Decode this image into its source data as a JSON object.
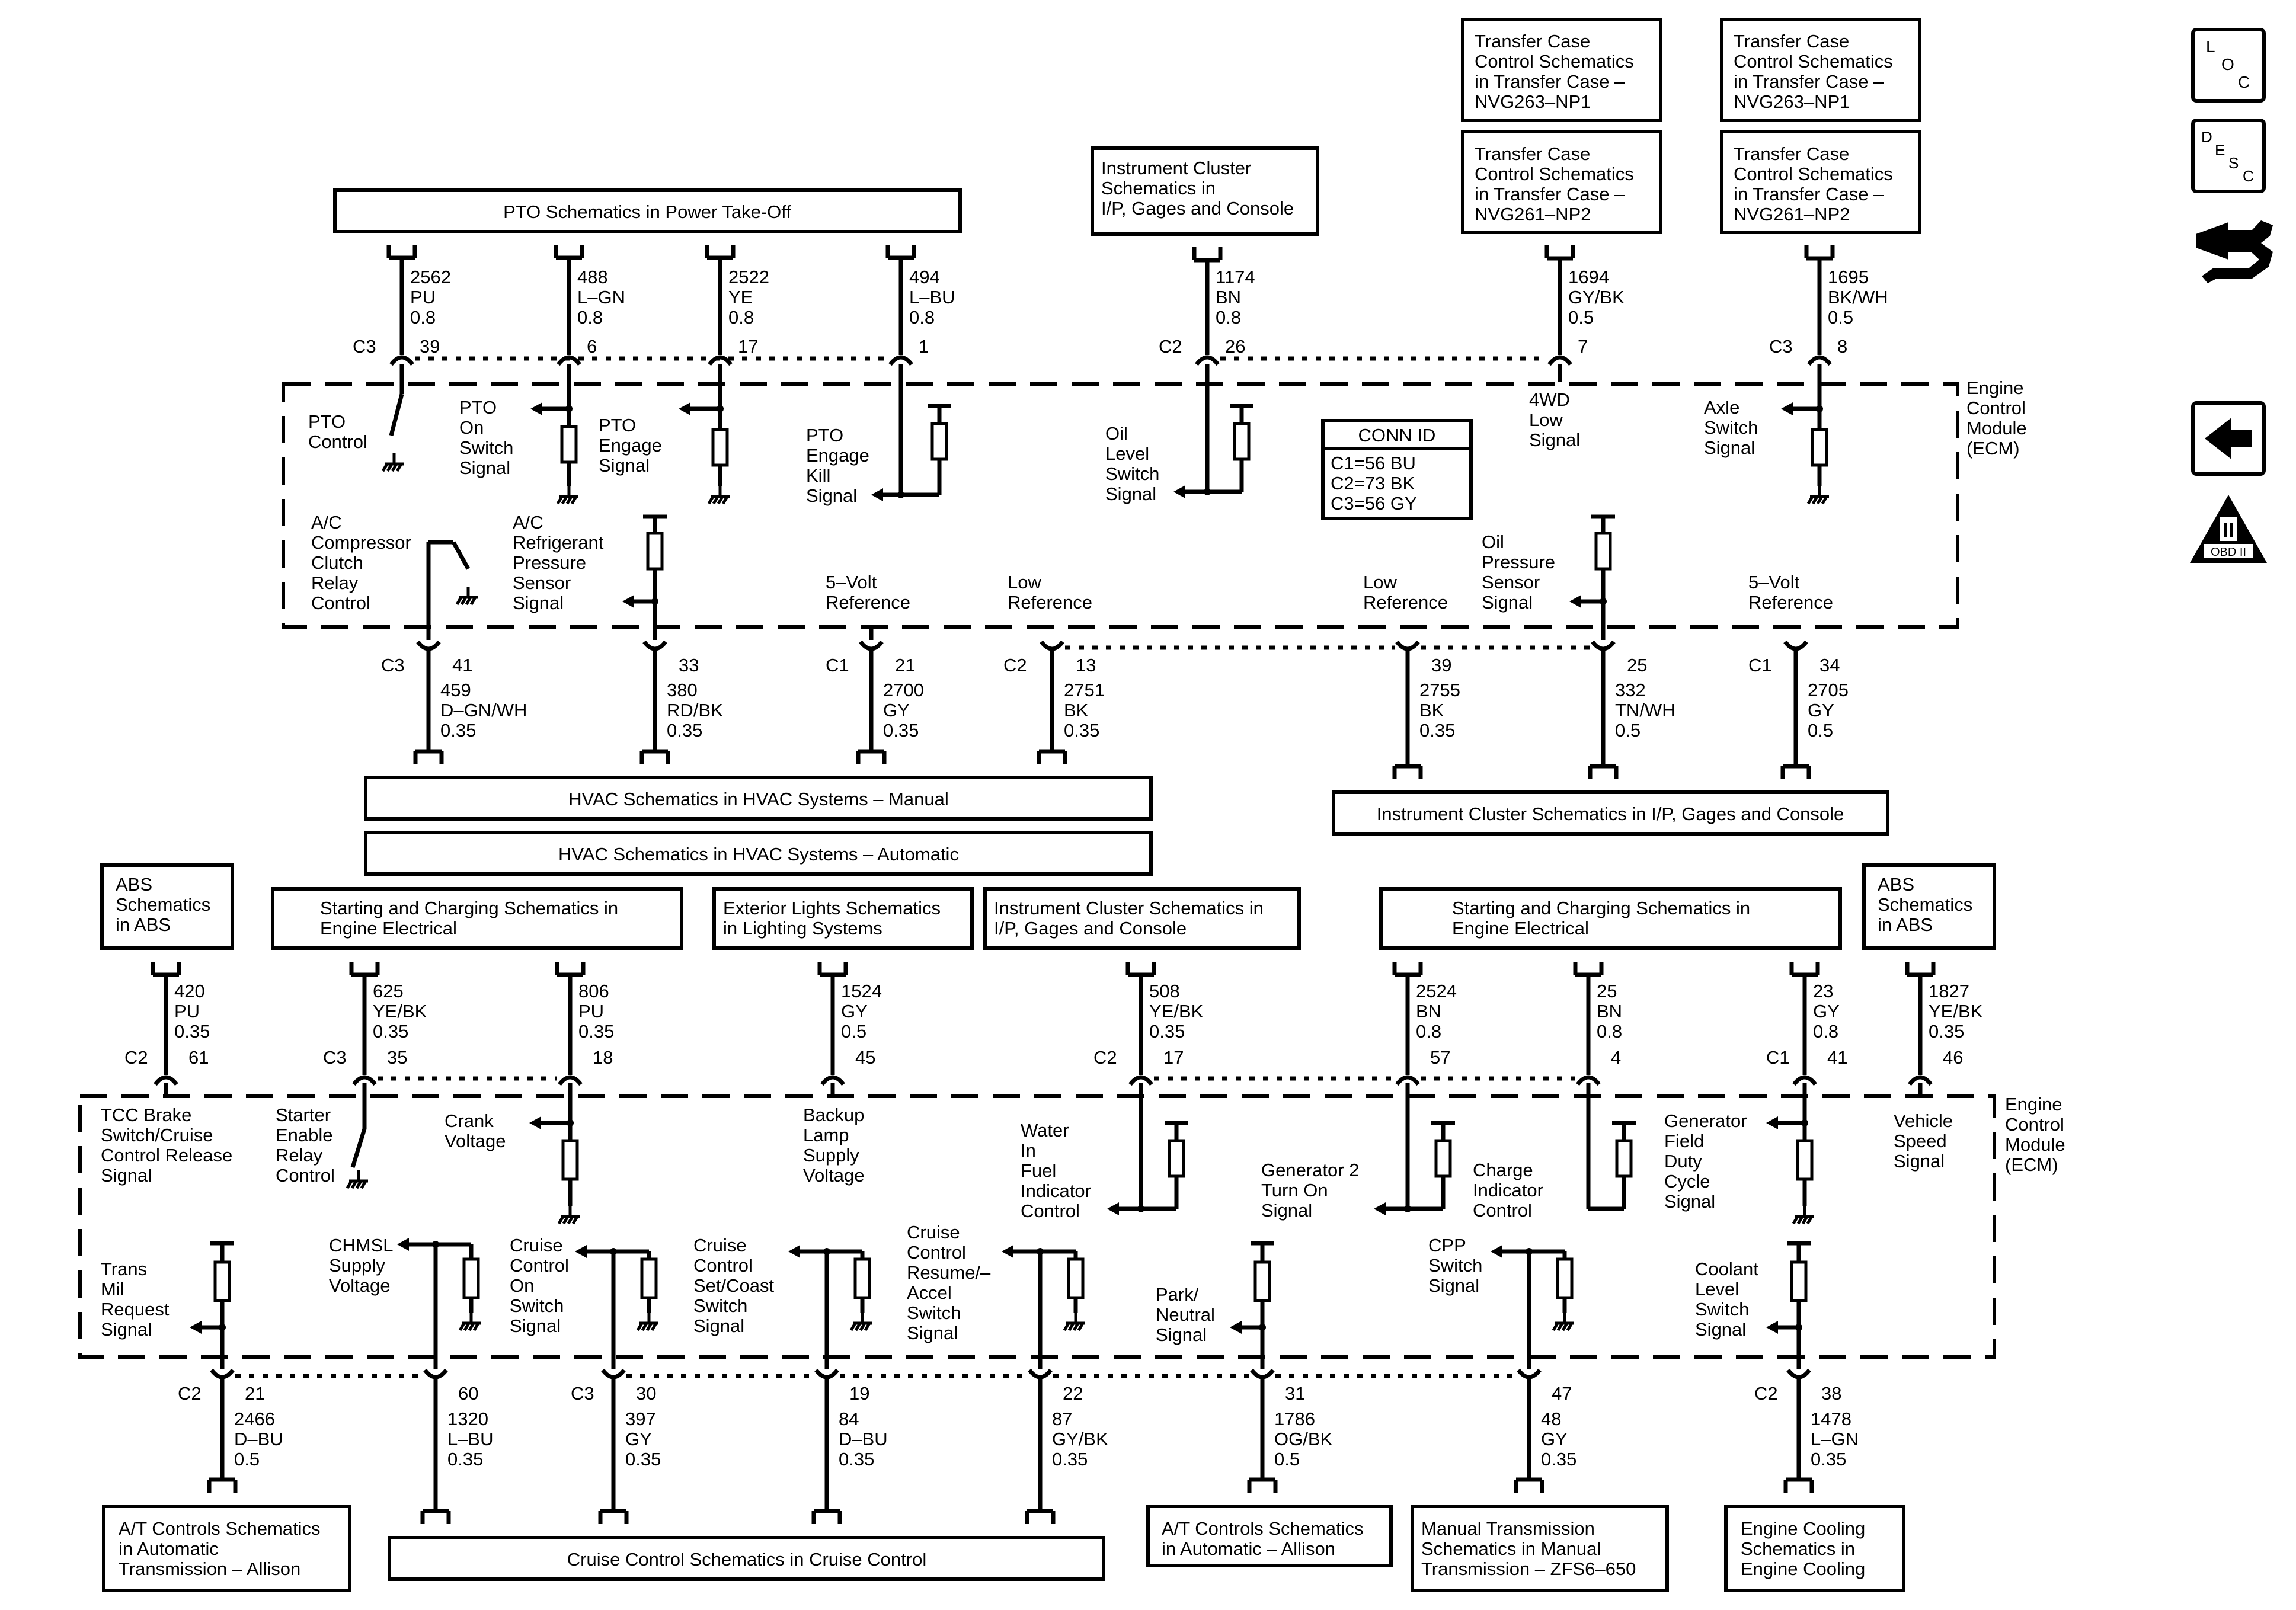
{
  "module": {
    "title": "Engine\nControl\nModule\n(ECM)"
  },
  "conn": {
    "title": "CONN ID",
    "lines": [
      "C1=56 BU",
      "C2=73 BK",
      "C3=56 GY"
    ]
  },
  "side_icons": {
    "loc": [
      "L",
      "O",
      "C"
    ],
    "desc": [
      "D",
      "E",
      "S",
      "C"
    ],
    "obd": "OBD II",
    "obd_numeral": "II"
  },
  "top_boxes": {
    "pto": "PTO Schematics in Power Take-Off",
    "ic_top": "Instrument Cluster\nSchematics in\nI/P, Gages and Console",
    "tc_a1": "Transfer Case\nControl Schematics\nin Transfer Case –\nNVG263–NP1",
    "tc_a2": "Transfer Case\nControl Schematics\nin Transfer Case –\nNVG261–NP2",
    "tc_b1": "Transfer Case\nControl Schematics\nin Transfer Case –\nNVG263–NP1",
    "tc_b2": "Transfer Case\nControl Schematics\nin Transfer Case –\nNVG261–NP2"
  },
  "mid_boxes": {
    "hvac_manual": "HVAC Schematics in HVAC Systems – Manual",
    "hvac_auto": "HVAC Schematics in HVAC Systems – Automatic",
    "ic_mid": "Instrument Cluster Schematics in I/P, Gages and Console",
    "abs_left": "ABS\nSchematics\nin ABS",
    "start_left": "Starting and Charging Schematics in\nEngine Electrical",
    "ext_lights": "Exterior Lights Schematics\nin Lighting Systems",
    "ic_low": "Instrument Cluster Schematics in\nI/P, Gages and Console",
    "start_right": "Starting and Charging Schematics in\nEngine Electrical",
    "abs_right": "ABS\nSchematics\nin ABS"
  },
  "bottom_boxes": {
    "at_left": "A/T Controls Schematics\nin Automatic\nTransmission – Allison",
    "cruise": "Cruise Control Schematics in Cruise Control",
    "at_right": "A/T Controls Schematics\nin Automatic – Allison",
    "manual_trans": "Manual Transmission\nSchematics in Manual\nTransmission – ZFS6–650",
    "cooling": "Engine Cooling\nSchematics in\nEngine Cooling"
  },
  "connectors": {
    "c1": "C1",
    "c2": "C2",
    "c3": "C3"
  },
  "top_pins": [
    {
      "pin": "39",
      "wire": "2562\nPU\n0.8",
      "signal": "PTO\nControl"
    },
    {
      "pin": "6",
      "wire": "488\nL–GN\n0.8",
      "signal": "PTO\nOn\nSwitch\nSignal"
    },
    {
      "pin": "17",
      "wire": "2522\nYE\n0.8",
      "signal": "PTO\nEngage\nSignal"
    },
    {
      "pin": "1",
      "wire": "494\nL–BU\n0.8",
      "signal": "PTO\nEngage\nKill\nSignal"
    },
    {
      "pin": "26",
      "wire": "1174\nBN\n0.8",
      "signal": "Oil\nLevel\nSwitch\nSignal"
    },
    {
      "pin": "7",
      "wire": "1694\nGY/BK\n0.5",
      "signal": "4WD\nLow\nSignal"
    },
    {
      "pin": "8",
      "wire": "1695\nBK/WH\n0.5",
      "signal": "Axle\nSwitch\nSignal"
    }
  ],
  "mid_pins": [
    {
      "pin": "41",
      "wire": "459\nD–GN/WH\n0.35",
      "signal": "A/C\nCompressor\nClutch\nRelay\nControl"
    },
    {
      "pin": "33",
      "wire": "380\nRD/BK\n0.35",
      "signal": "A/C\nRefrigerant\nPressure\nSensor\nSignal"
    },
    {
      "pin": "21",
      "wire": "2700\nGY\n0.35",
      "signal": "5–Volt\nReference"
    },
    {
      "pin": "13",
      "wire": "2751\nBK\n0.35",
      "signal": "Low\nReference"
    },
    {
      "pin": "39",
      "wire": "2755\nBK\n0.35",
      "signal": "Low\nReference"
    },
    {
      "pin": "25",
      "wire": "332\nTN/WH\n0.5",
      "signal": "Oil\nPressure\nSensor\nSignal"
    },
    {
      "pin": "34",
      "wire": "2705\nGY\n0.5",
      "signal": "5–Volt\nReference"
    }
  ],
  "low_top_pins": [
    {
      "pin": "61",
      "wire": "420\nPU\n0.35",
      "signal": "TCC Brake\nSwitch/Cruise\nControl Release\nSignal"
    },
    {
      "pin": "35",
      "wire": "625\nYE/BK\n0.35",
      "signal": "Starter\nEnable\nRelay\nControl"
    },
    {
      "pin": "18",
      "wire": "806\nPU\n0.35",
      "signal": "Crank\nVoltage"
    },
    {
      "pin": "45",
      "wire": "1524\nGY\n0.5",
      "signal": "Backup\nLamp\nSupply\nVoltage"
    },
    {
      "pin": "17",
      "wire": "508\nYE/BK\n0.35",
      "signal": "Water\nIn\nFuel\nIndicator\nControl"
    },
    {
      "pin": "57",
      "wire": "2524\nBN\n0.8",
      "signal": "Generator 2\nTurn On\nSignal"
    },
    {
      "pin": "4",
      "wire": "25\nBN\n0.8",
      "signal": "Charge\nIndicator\nControl"
    },
    {
      "pin": "41",
      "wire": "23\nGY\n0.8",
      "signal": "Generator\nField\nDuty\nCycle\nSignal"
    },
    {
      "pin": "46",
      "wire": "1827\nYE/BK\n0.35",
      "signal": "Vehicle\nSpeed\nSignal"
    }
  ],
  "low_bot_pins": [
    {
      "pin": "21",
      "wire": "2466\nD–BU\n0.5",
      "signal": "Trans\nMil\nRequest\nSignal"
    },
    {
      "pin": "60",
      "wire": "1320\nL–BU\n0.35",
      "signal": "CHMSL\nSupply\nVoltage"
    },
    {
      "pin": "30",
      "wire": "397\nGY\n0.35",
      "signal": "Cruise\nControl\nOn\nSwitch\nSignal"
    },
    {
      "pin": "19",
      "wire": "84\nD–BU\n0.35",
      "signal": "Cruise\nControl\nSet/Coast\nSwitch\nSignal"
    },
    {
      "pin": "22",
      "wire": "87\nGY/BK\n0.35",
      "signal": "Cruise\nControl\nResume/–\nAccel\nSwitch\nSignal"
    },
    {
      "pin": "31",
      "wire": "1786\nOG/BK\n0.5",
      "signal": "Park/\nNeutral\nSignal"
    },
    {
      "pin": "47",
      "wire": "48\nGY\n0.35",
      "signal": "CPP\nSwitch\nSignal"
    },
    {
      "pin": "38",
      "wire": "1478\nL–GN\n0.35",
      "signal": "Coolant\nLevel\nSwitch\nSignal"
    }
  ]
}
